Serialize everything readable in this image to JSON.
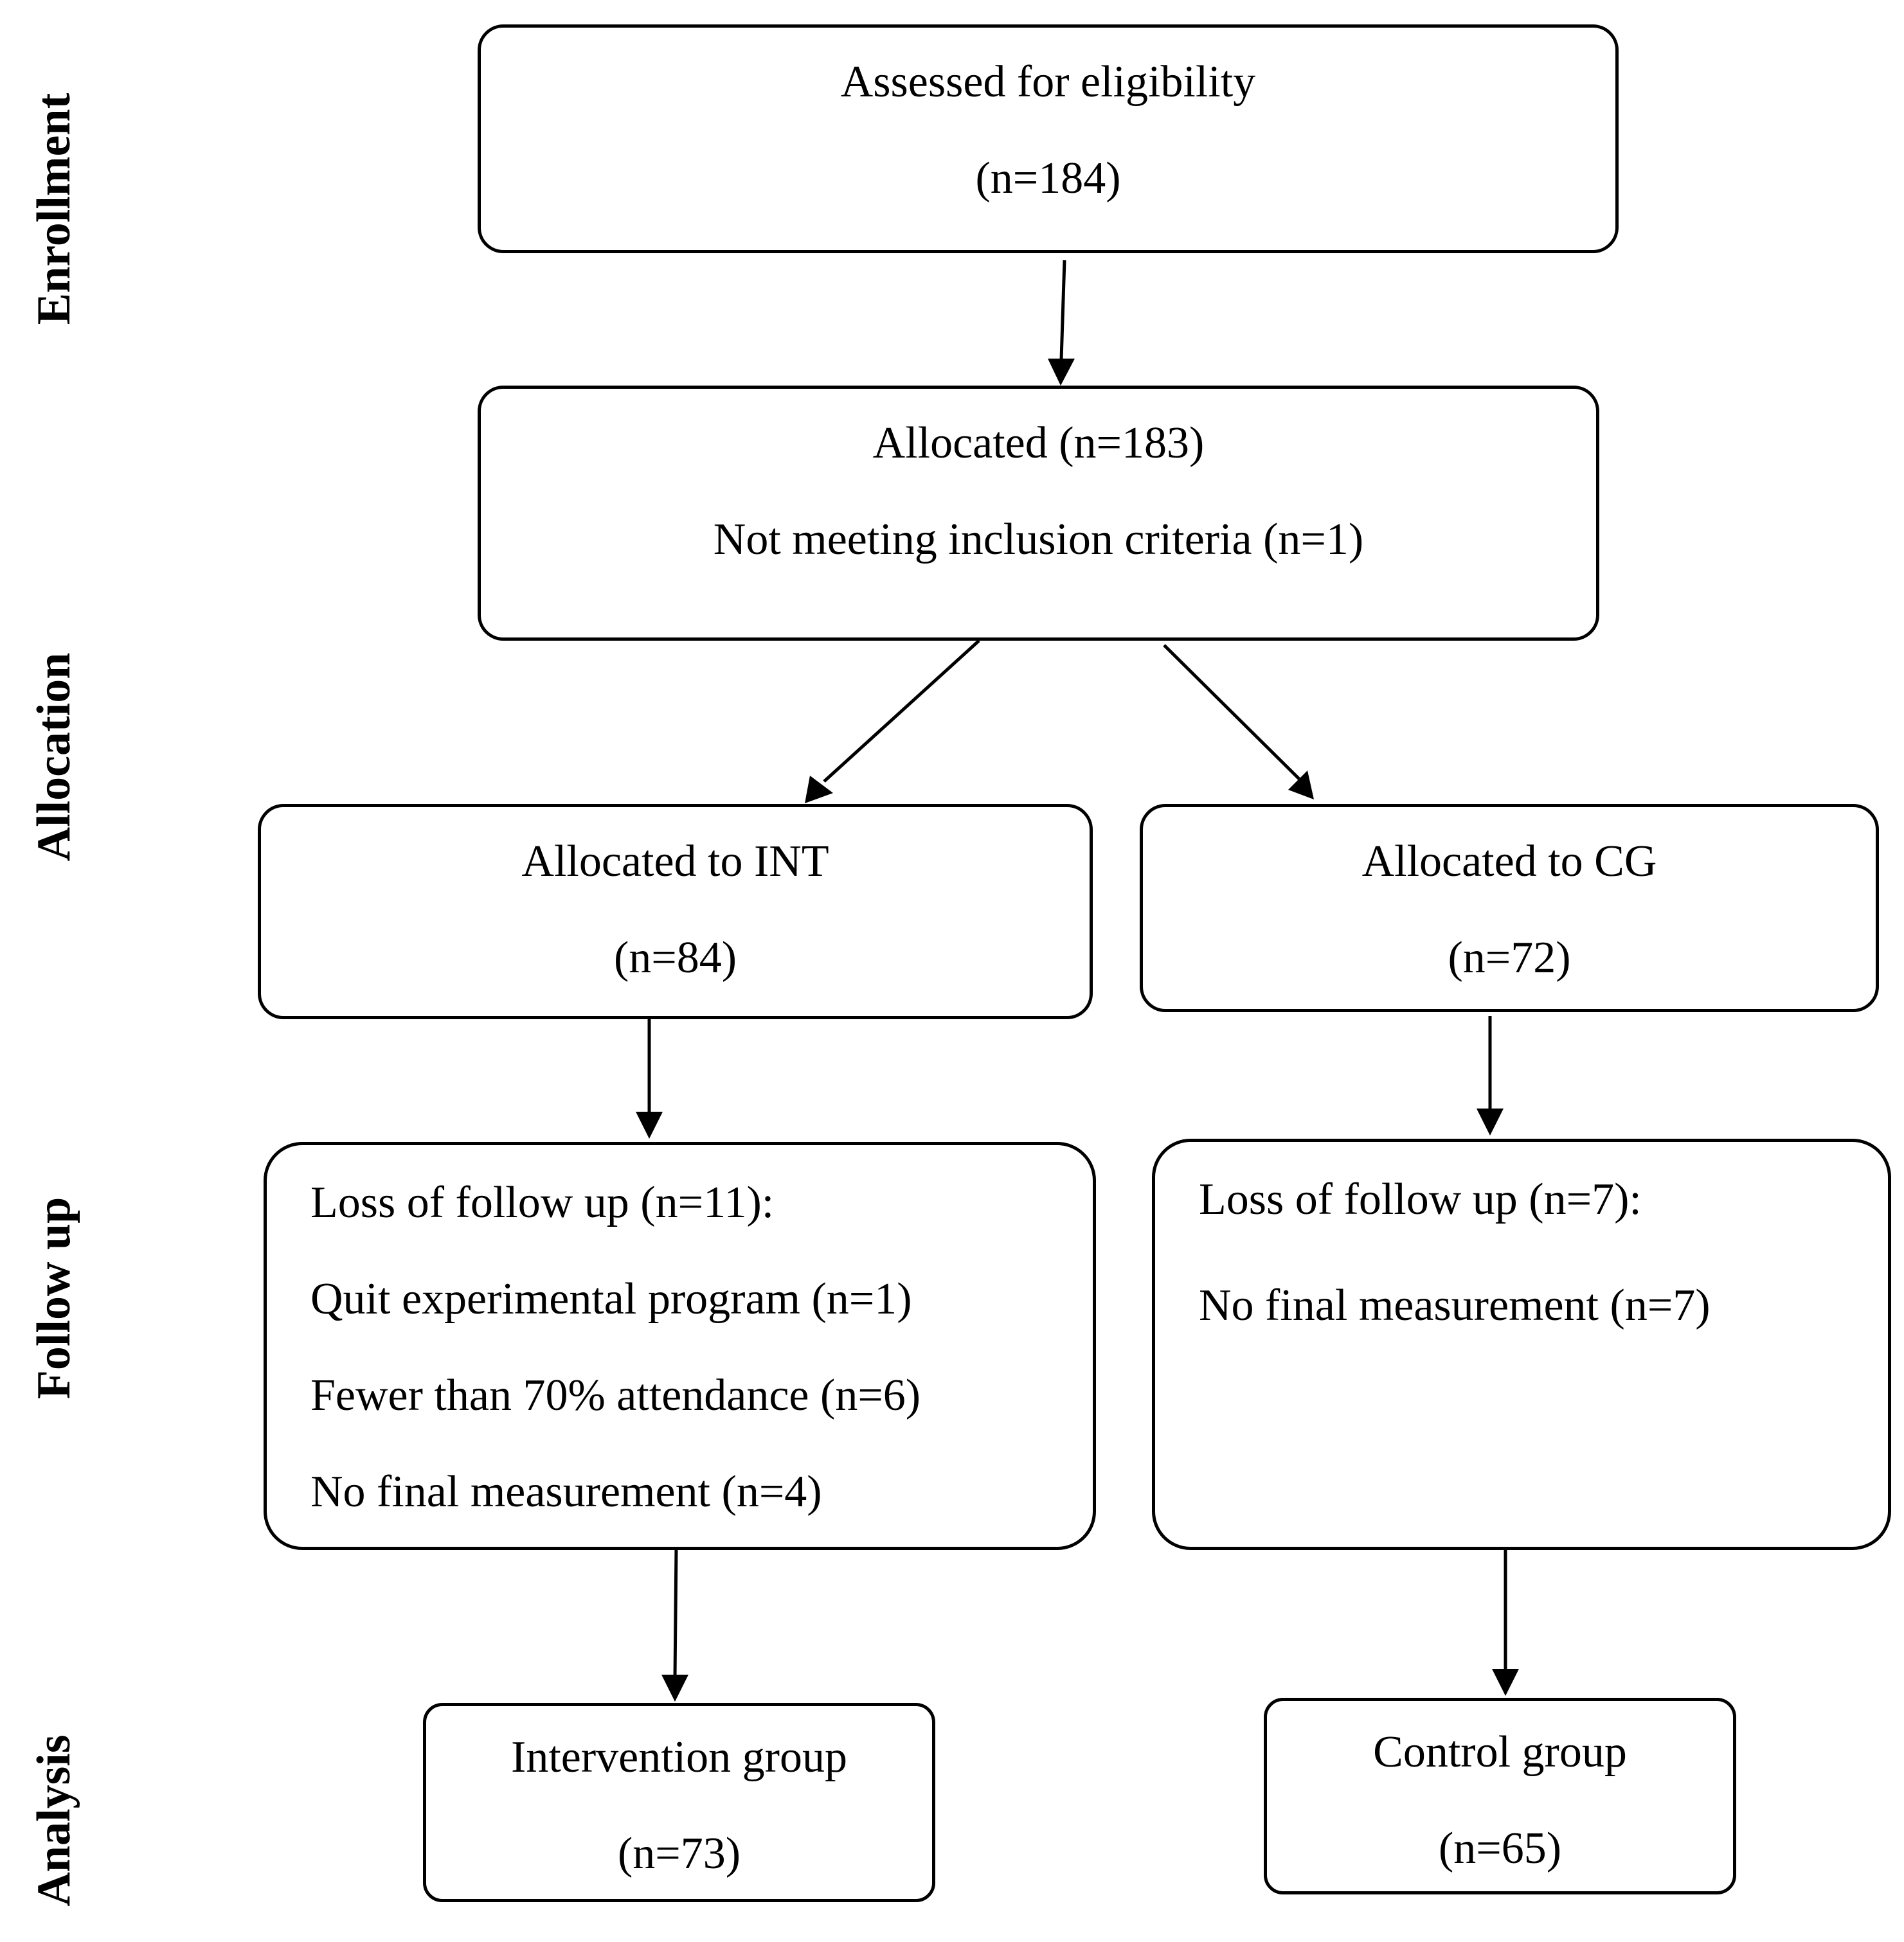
{
  "stages": {
    "enrollment": "Enrollment",
    "allocation": "Allocation",
    "follow_up": "Follow up",
    "analysis": "Analysis"
  },
  "boxes": {
    "assessed": {
      "title": "Assessed for eligibility",
      "count": "(n=184)"
    },
    "allocated": {
      "title": "Allocated (n=183)",
      "excluded": "Not meeting inclusion criteria (n=1)"
    },
    "allocated_int": {
      "title": "Allocated to INT",
      "count": "(n=84)"
    },
    "allocated_cg": {
      "title": "Allocated to CG",
      "count": "(n=72)"
    },
    "followup_int": {
      "title": "Loss of follow up (n=11):",
      "reasons": [
        "Quit experimental program (n=1)",
        "Fewer than 70% attendance (n=6)",
        "No final measurement (n=4)"
      ]
    },
    "followup_cg": {
      "title": "Loss of follow up (n=7):",
      "reasons": [
        "No final measurement (n=7)"
      ]
    },
    "analysis_int": {
      "title": "Intervention group",
      "count": "(n=73)"
    },
    "analysis_cg": {
      "title": "Control group",
      "count": "(n=65)"
    }
  }
}
